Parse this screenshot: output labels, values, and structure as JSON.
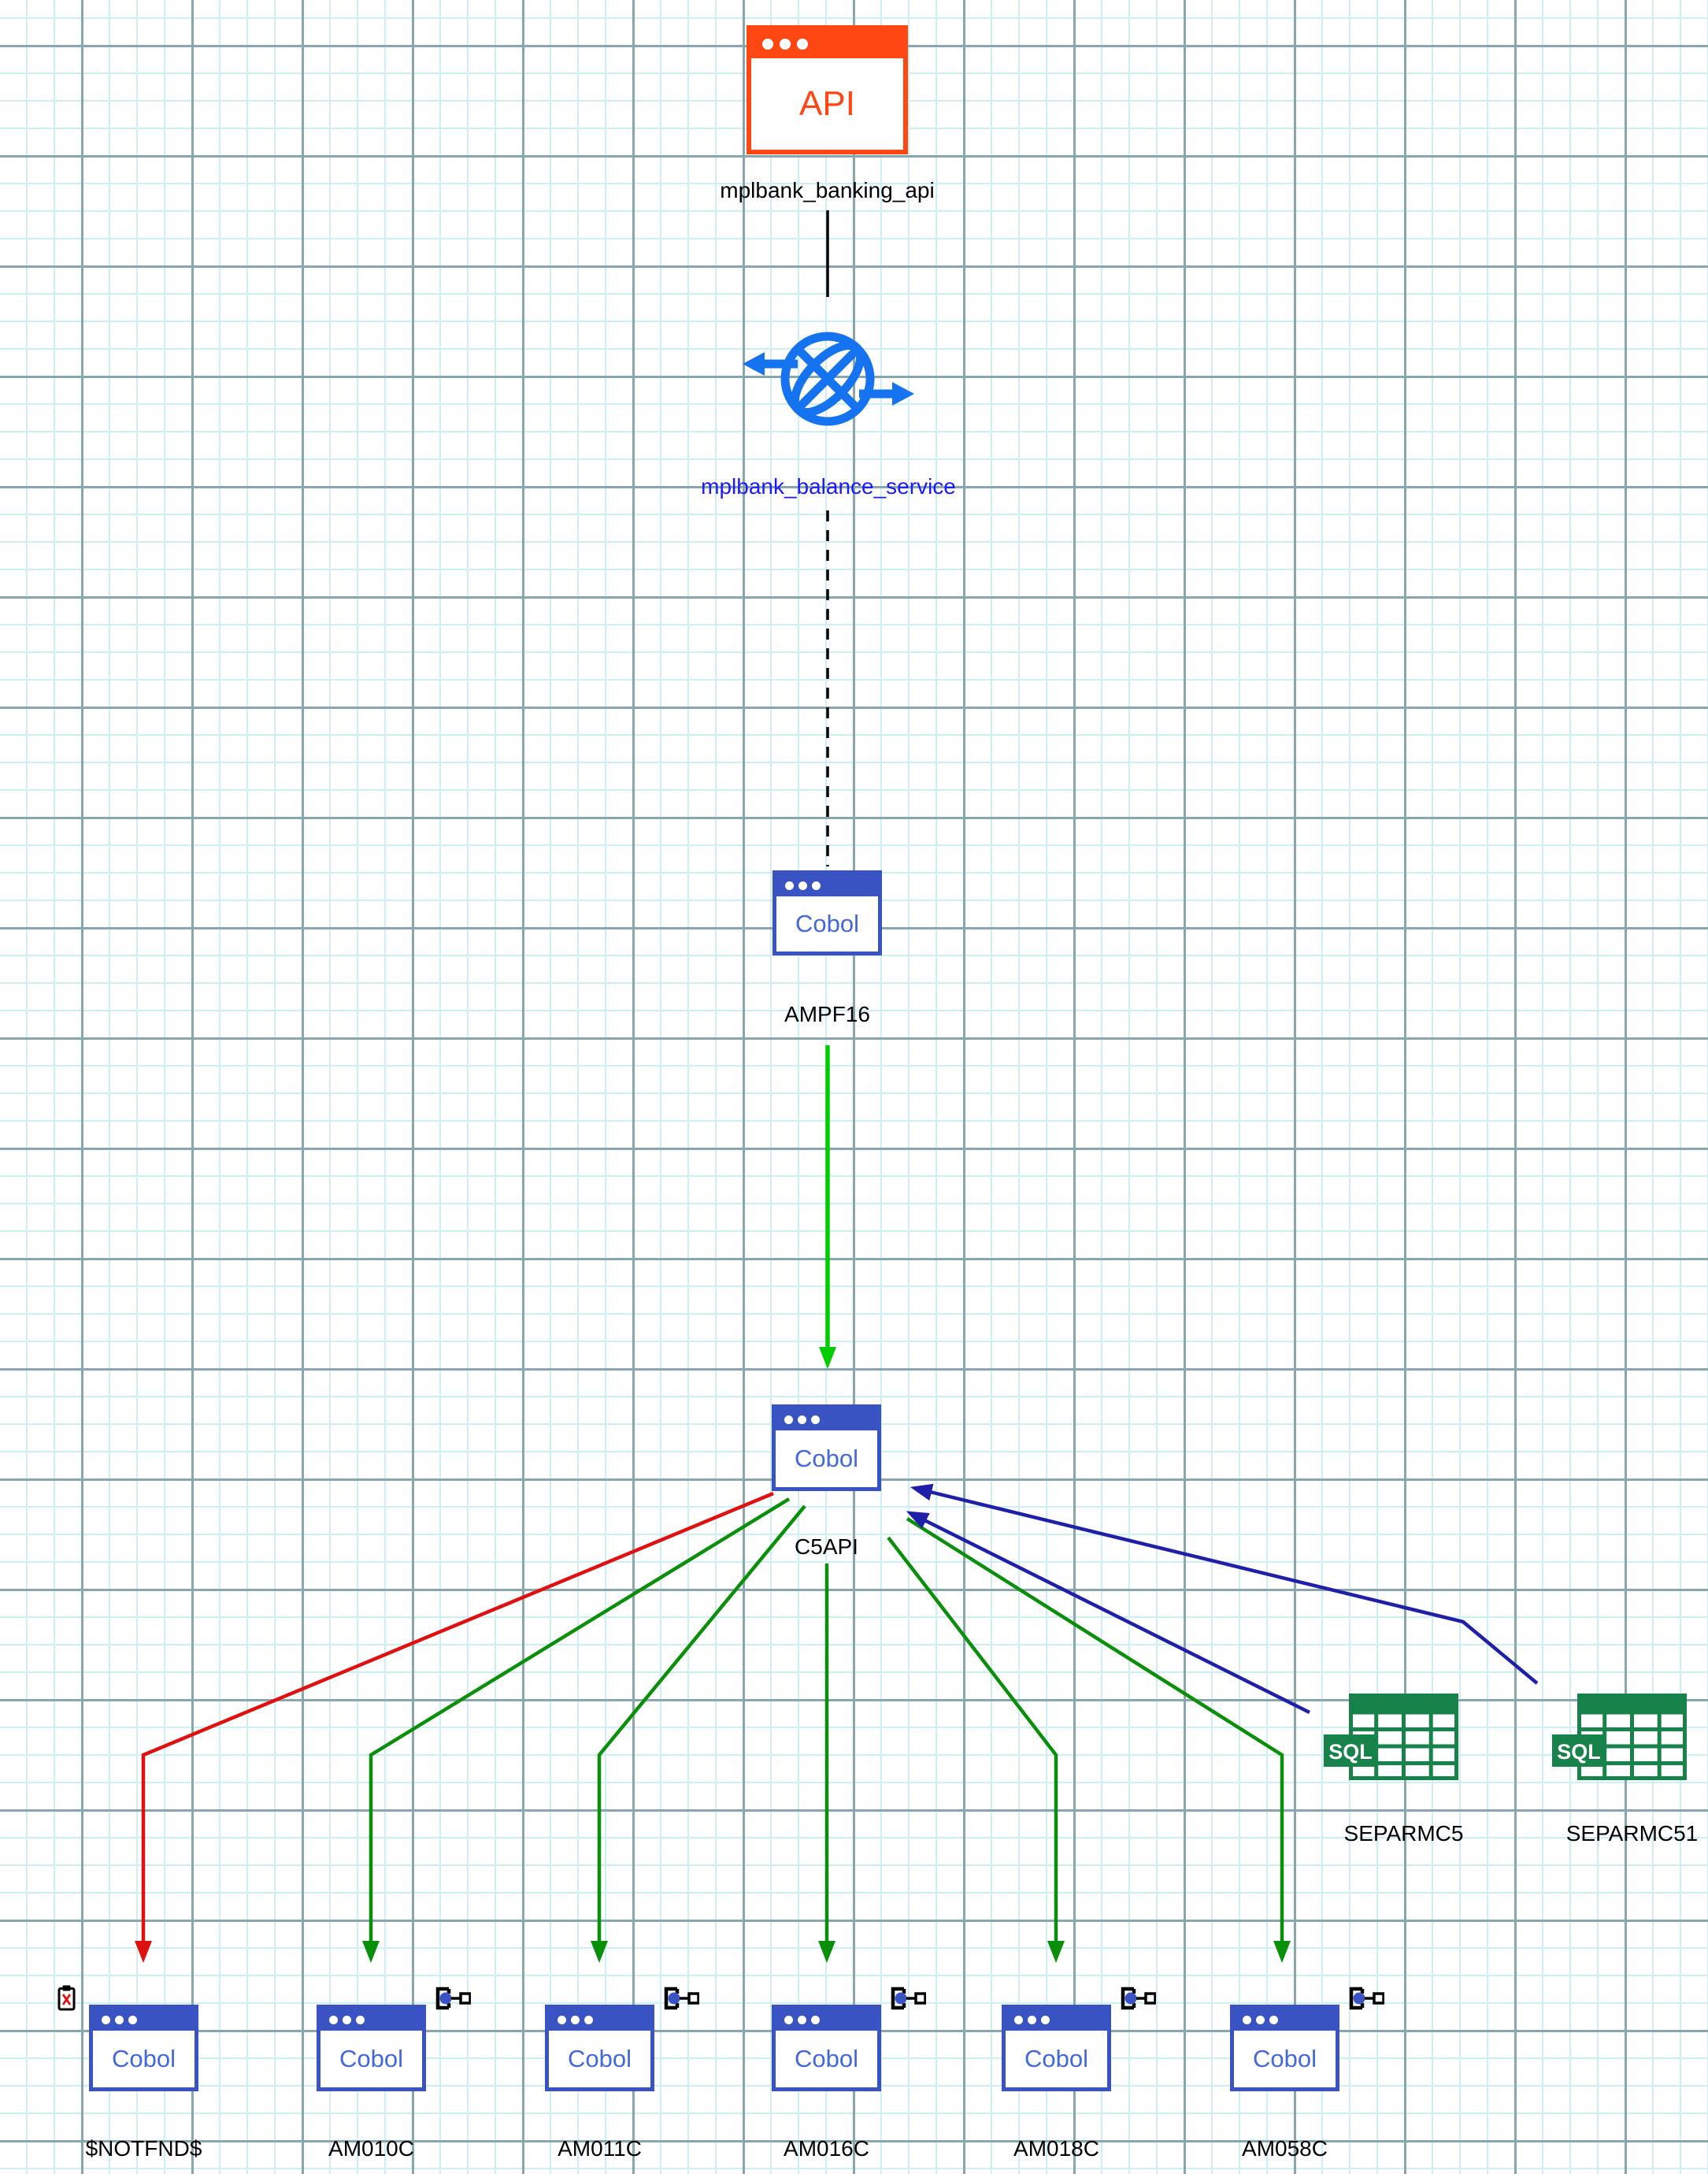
{
  "colors": {
    "background": "#FFFFFF",
    "grid_minor": "#CDEFF4",
    "grid_major": "#87A7AD",
    "window_blue": "#3A53C2",
    "window_blue_text": "#4468D8",
    "api_orange": "#FF4713",
    "sql_green": "#17834B",
    "network_blue": "#1673F0",
    "service_label_blue": "#1A1AFF",
    "black": "#000000",
    "lime": "#00CC00",
    "green": "#0A8F0A",
    "red": "#E01010",
    "navy": "#1F1FA8"
  },
  "diagram": {
    "nodes": [
      {
        "id": "api",
        "kind": "window",
        "theme": "orange",
        "window_text": "API",
        "label": "mplbank_banking_api"
      },
      {
        "id": "service",
        "kind": "network",
        "label": "mplbank_balance_service",
        "label_color": "#1A1AFF",
        "icon": "network-service-icon"
      },
      {
        "id": "ampf16",
        "kind": "window",
        "theme": "blue",
        "window_text": "Cobol",
        "label": "AMPF16"
      },
      {
        "id": "c5api",
        "kind": "window",
        "theme": "blue",
        "window_text": "Cobol",
        "label": "C5API"
      },
      {
        "id": "separmc5",
        "kind": "sql",
        "badge_text": "SQL",
        "label": "SEPARMC5",
        "icon": "sql-table-icon"
      },
      {
        "id": "separmc51",
        "kind": "sql",
        "badge_text": "SQL",
        "label": "SEPARMC51",
        "icon": "sql-table-icon"
      },
      {
        "id": "notfnd",
        "kind": "window",
        "theme": "blue",
        "window_text": "Cobol",
        "label": "$NOTFND$",
        "badge": "clipboard-error-icon"
      },
      {
        "id": "am010c",
        "kind": "window",
        "theme": "blue",
        "window_text": "Cobol",
        "label": "AM010C",
        "badge": "component-icon"
      },
      {
        "id": "am011c",
        "kind": "window",
        "theme": "blue",
        "window_text": "Cobol",
        "label": "AM011C",
        "badge": "component-icon"
      },
      {
        "id": "am016c",
        "kind": "window",
        "theme": "blue",
        "window_text": "Cobol",
        "label": "AM016C",
        "badge": "component-icon"
      },
      {
        "id": "am018c",
        "kind": "window",
        "theme": "blue",
        "window_text": "Cobol",
        "label": "AM018C",
        "badge": "component-icon"
      },
      {
        "id": "am058c",
        "kind": "window",
        "theme": "blue",
        "window_text": "Cobol",
        "label": "AM058C",
        "badge": "component-icon"
      }
    ],
    "connectors": [
      {
        "id": "api-to-service",
        "color": "black",
        "style": "solid",
        "arrow": false
      },
      {
        "id": "service-to-ampf16",
        "color": "black",
        "style": "dashed",
        "arrow": false
      },
      {
        "id": "ampf16-to-c5api",
        "color": "lime",
        "style": "solid",
        "arrow": true
      },
      {
        "id": "c5api-to-notfnd",
        "color": "red",
        "style": "solid",
        "arrow": true
      },
      {
        "id": "c5api-to-am010c",
        "color": "green",
        "style": "solid",
        "arrow": true
      },
      {
        "id": "c5api-to-am011c",
        "color": "green",
        "style": "solid",
        "arrow": true
      },
      {
        "id": "c5api-to-am016c",
        "color": "green",
        "style": "solid",
        "arrow": true
      },
      {
        "id": "c5api-to-am018c",
        "color": "green",
        "style": "solid",
        "arrow": true
      },
      {
        "id": "c5api-to-am058c",
        "color": "green",
        "style": "solid",
        "arrow": true
      },
      {
        "id": "separmc5-to-c5api",
        "color": "navy",
        "style": "solid",
        "arrow": true
      },
      {
        "id": "separmc51-to-c5api",
        "color": "navy",
        "style": "solid",
        "arrow": true
      }
    ]
  }
}
